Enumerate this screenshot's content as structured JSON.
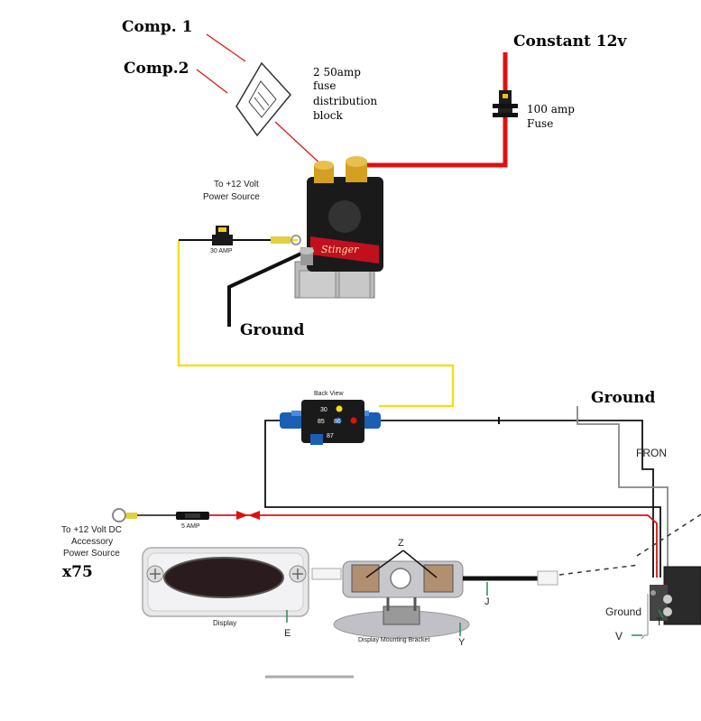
{
  "labels": {
    "comp1": "Comp. 1",
    "comp2": "Comp.2",
    "constant12v": "Constant 12v",
    "fuse_block_line1": "2 50amp",
    "fuse_block_line2": "fuse",
    "fuse_block_line3": "distribution",
    "fuse_block_line4": "block",
    "fuse100_line1": "100 amp",
    "fuse100_line2": "Fuse",
    "power_source_line1": "To +12 Volt",
    "power_source_line2": "Power Source",
    "fuse30": "30 AMP",
    "ground_solenoid": "Ground",
    "ground_right": "Ground",
    "relay_title": "Back View",
    "relay_pin30": "30",
    "relay_pin85": "85",
    "relay_pin86": "86",
    "relay_pin87": "87",
    "front_text": "FRON",
    "accessory_line1": "To +12 Volt DC",
    "accessory_line2": "Accessory",
    "accessory_line3": "Power Source",
    "fuse5": "5 AMP",
    "x75": "x75",
    "display": "Display",
    "letter_e": "E",
    "bracket": "Display Mounting Bracket",
    "letter_y": "Y",
    "letter_z": "Z",
    "letter_j": "J",
    "ground_bottom": "Ground",
    "letter_t": "T",
    "letter_v": "V"
  },
  "colors": {
    "power_red": "#e01010",
    "signal_yellow": "#f0e020",
    "ground_black": "#111111",
    "relay_blue": "#1a5fb4",
    "solenoid_black": "#1a1a1a"
  }
}
